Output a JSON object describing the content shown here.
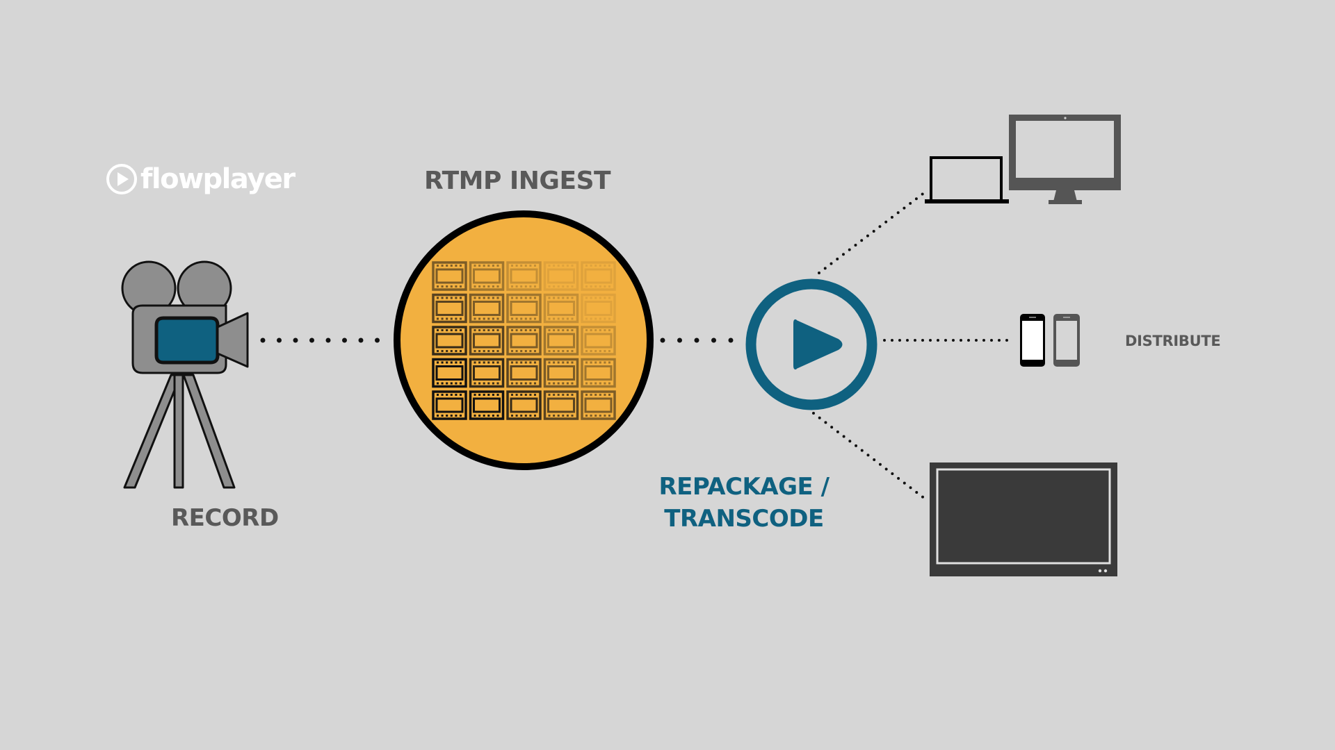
{
  "brand": {
    "logo_text": "flowplayer",
    "logo_icon": "play-circle-icon"
  },
  "stages": {
    "record": {
      "label": "RECORD",
      "icon": "movie-camera-icon"
    },
    "ingest": {
      "label": "RTMP INGEST",
      "icon": "film-frames-grid-icon"
    },
    "repackage": {
      "label_line1": "REPACKAGE /",
      "label_line2": "TRANSCODE",
      "icon": "play-button-icon"
    },
    "distribute": {
      "label": "DISTRIBUTE",
      "devices": [
        "laptop-icon",
        "desktop-monitor-icon",
        "smartphone-icon",
        "tablet-icon",
        "tv-icon"
      ]
    }
  },
  "colors": {
    "background": "#d6d6d6",
    "label_gray": "#595959",
    "accent_blue": "#0f6180",
    "ingest_orange": "#f2b040",
    "camera_gray": "#8e8e8e",
    "device_dark": "#3a3a3a",
    "logo_white": "#ffffff"
  },
  "ingest_grid": {
    "rows": 5,
    "columns": 5
  }
}
